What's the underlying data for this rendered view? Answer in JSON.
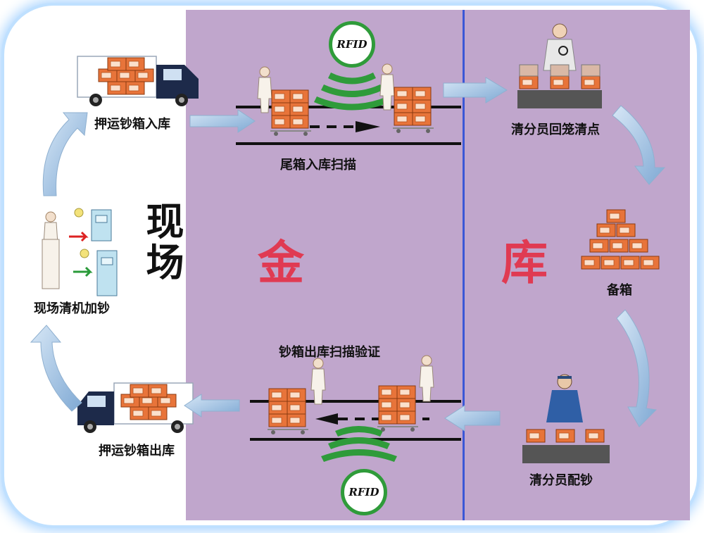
{
  "regions": {
    "site": "现场",
    "vault_left": "金",
    "vault_right": "库"
  },
  "steps": {
    "escort_in": "押运钞箱入库",
    "tail_scan": "尾箱入库扫描",
    "clerk_count": "清分员回笼清点",
    "prepare_box": "备箱",
    "clerk_allot": "清分员配钞",
    "out_scan": "钞箱出库扫描验证",
    "escort_out": "押运钞箱出库",
    "site_load": "现场清机加钞"
  },
  "rfid_label": "RFID",
  "colors": {
    "vault_bg": "#c0a6cc",
    "divider": "#3b57d6",
    "accent_red": "#e03a52",
    "rfid_green": "#2f9b3a",
    "arrow_blue": "#9ec1e3",
    "box_orange": "#e8743a"
  }
}
